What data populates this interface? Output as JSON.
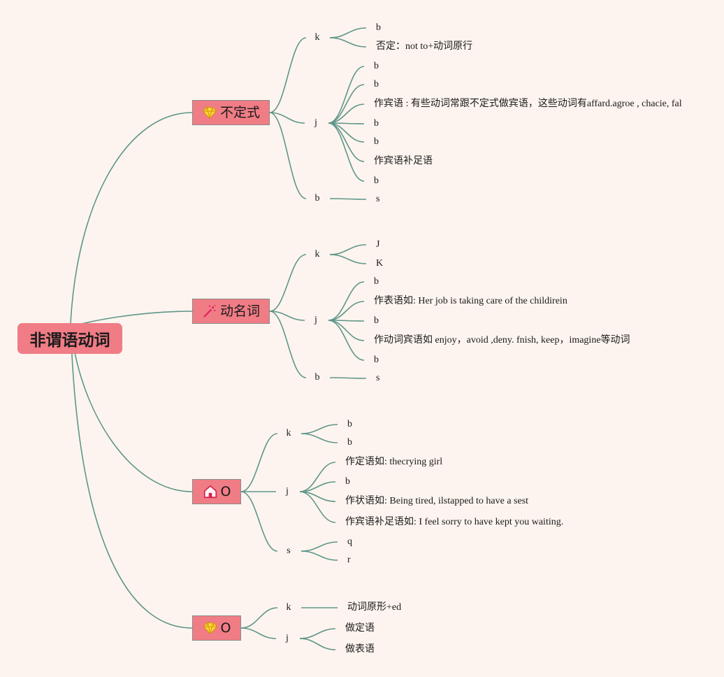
{
  "root": {
    "label": "非谓语动词"
  },
  "branches": [
    {
      "label": "不定式",
      "icon": "diamond-icon",
      "subs": [
        {
          "label": "k",
          "leaves": [
            "b",
            "否定：not to+动词原行"
          ]
        },
        {
          "label": "j",
          "leaves": [
            "b",
            "b",
            "作宾语 : 有些动词常跟不定式做宾语，这些动词有affard.agroe , chacie, fal",
            "b",
            "b",
            "作宾语补足语",
            "b"
          ]
        },
        {
          "label": "b",
          "leaves": [
            "s"
          ]
        }
      ]
    },
    {
      "label": "动名词",
      "icon": "magic-wand-icon",
      "subs": [
        {
          "label": "k",
          "leaves": [
            "J",
            "K"
          ]
        },
        {
          "label": "j",
          "leaves": [
            "b",
            "作表语如: Her job is taking care of the childirein",
            "b",
            "作动词宾语如 enjoy，avoid ,deny. fnish, keep，imagine等动词",
            "b"
          ]
        },
        {
          "label": "b",
          "leaves": [
            "s"
          ]
        }
      ]
    },
    {
      "label": "O",
      "icon": "house-icon",
      "subs": [
        {
          "label": "k",
          "leaves": [
            "b",
            "b"
          ]
        },
        {
          "label": "j",
          "leaves": [
            "作定语如: thecrying girl",
            "b",
            "作状语如: Being tired, ilstapped to have a sest",
            "作宾语补足语如: I feel sorry to have kept you waiting."
          ]
        },
        {
          "label": "s",
          "leaves": [
            "q",
            "r"
          ]
        }
      ]
    },
    {
      "label": "O",
      "icon": "diamond-icon",
      "subs": [
        {
          "label": "k",
          "leaves": [
            "动词原形+ed"
          ]
        },
        {
          "label": "j",
          "leaves": [
            "做定语",
            "做表语"
          ]
        }
      ]
    }
  ]
}
